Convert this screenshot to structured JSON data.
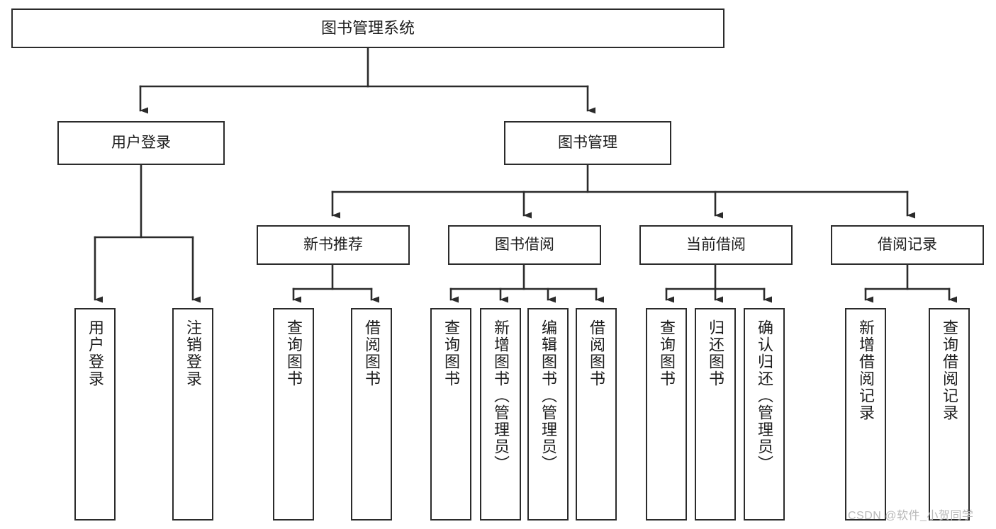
{
  "diagram": {
    "type": "tree",
    "title": "图书管理系统",
    "watermark": "CSDN @软件_小贺同学",
    "colors": {
      "box_border": "#2b2b2b",
      "box_fill": "#ffffff",
      "line": "#2b2b2b",
      "text": "#1d1d1d",
      "watermark": "#b8b8b8"
    },
    "nodes": {
      "root": {
        "label": "图书管理系统"
      },
      "level2": [
        {
          "label": "用户登录"
        },
        {
          "label": "图书管理"
        }
      ],
      "level3": [
        {
          "label": "新书推荐"
        },
        {
          "label": "图书借阅"
        },
        {
          "label": "当前借阅"
        },
        {
          "label": "借阅记录"
        }
      ],
      "leaves_user_login": [
        {
          "label": "用户登录"
        },
        {
          "label": "注销登录"
        }
      ],
      "leaves_new_book": [
        {
          "label": "查询图书"
        },
        {
          "label": "借阅图书"
        }
      ],
      "leaves_borrow": [
        {
          "label": "查询图书"
        },
        {
          "label": "新增图书（管理员）"
        },
        {
          "label": "编辑图书（管理员）"
        },
        {
          "label": "借阅图书"
        }
      ],
      "leaves_current": [
        {
          "label": "查询图书"
        },
        {
          "label": "归还图书"
        },
        {
          "label": "确认归还（管理员）"
        }
      ],
      "leaves_records": [
        {
          "label": "新增借阅记录"
        },
        {
          "label": "查询借阅记录"
        }
      ]
    }
  }
}
